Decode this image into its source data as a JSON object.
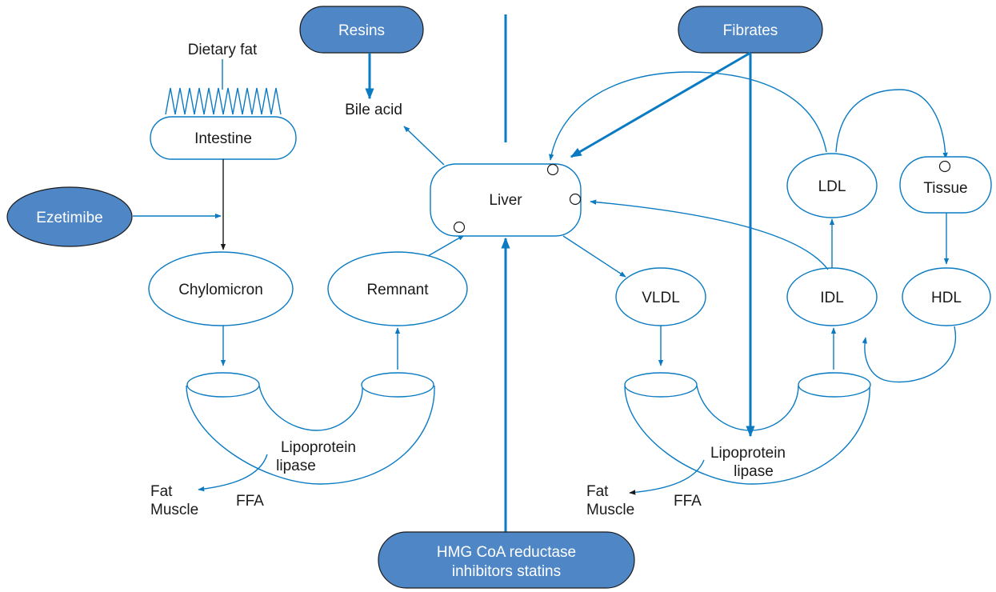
{
  "colors": {
    "drug_fill": "#4f86c6",
    "line": "#0a7bc2",
    "text": "#1a1a1a"
  },
  "labels": {
    "dietary_fat": "Dietary fat",
    "intestine": "Intestine",
    "ezetimibe": "Ezetimibe",
    "chylomicron": "Chylomicron",
    "remnant": "Remnant",
    "bile_acid": "Bile acid",
    "resins": "Resins",
    "liver": "Liver",
    "fibrates": "Fibrates",
    "ldl": "LDL",
    "tissue": "Tissue",
    "vldl": "VLDL",
    "idl": "IDL",
    "hdl": "HDL",
    "lpl_left_1": "Lipoprotein",
    "lpl_left_2": "lipase",
    "lpl_right_1": "Lipoprotein",
    "lpl_right_2": "lipase",
    "fat_left": "Fat",
    "muscle_left": "Muscle",
    "ffa_left": "FFA",
    "fat_right": "Fat",
    "muscle_right": "Muscle",
    "ffa_right": "FFA",
    "statins_1": "HMG CoA reductase",
    "statins_2": "inhibitors statins"
  }
}
